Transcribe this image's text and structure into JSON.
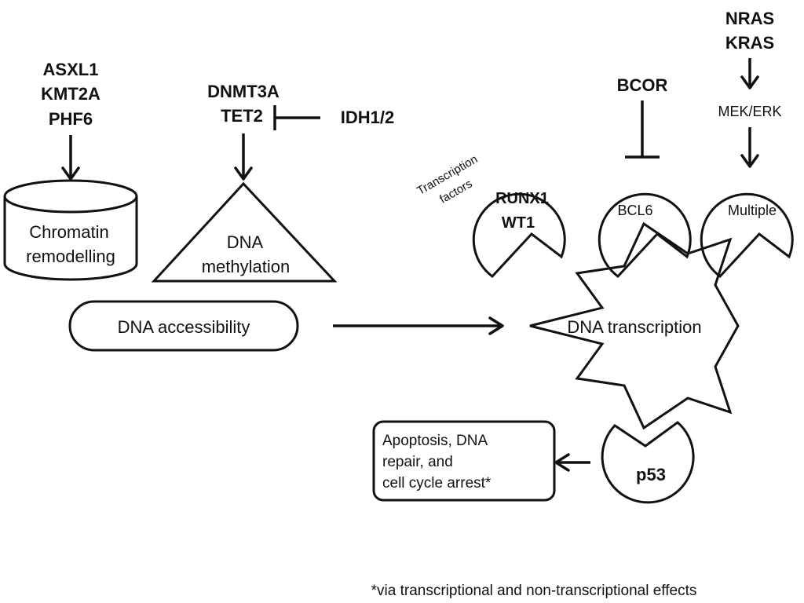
{
  "nodes": {
    "asxl1": "ASXL1",
    "kmt2a": "KMT2A",
    "phf6": "PHF6",
    "chromatin_line1": "Chromatin",
    "chromatin_line2": "remodelling",
    "dnmt3a": "DNMT3A",
    "tet2": "TET2",
    "idh": "IDH1/2",
    "methylation_line1": "DNA",
    "methylation_line2": "methylation",
    "accessibility": "DNA accessibility",
    "tf_line1": "Transcription",
    "tf_line2": "factors",
    "runx1": "RUNX1",
    "wt1": "WT1",
    "bcor": "BCOR",
    "bcl6": "BCL6",
    "nras": "NRAS",
    "kras": "KRAS",
    "mekerk": "MEK/ERK",
    "multiple": "Multiple",
    "transcription": "DNA transcription",
    "p53": "p53",
    "apoptosis_line1": "Apoptosis, DNA",
    "apoptosis_line2": "repair, and",
    "apoptosis_line3": "cell cycle arrest*"
  },
  "footnote": "*via transcriptional and non-transcriptional effects"
}
